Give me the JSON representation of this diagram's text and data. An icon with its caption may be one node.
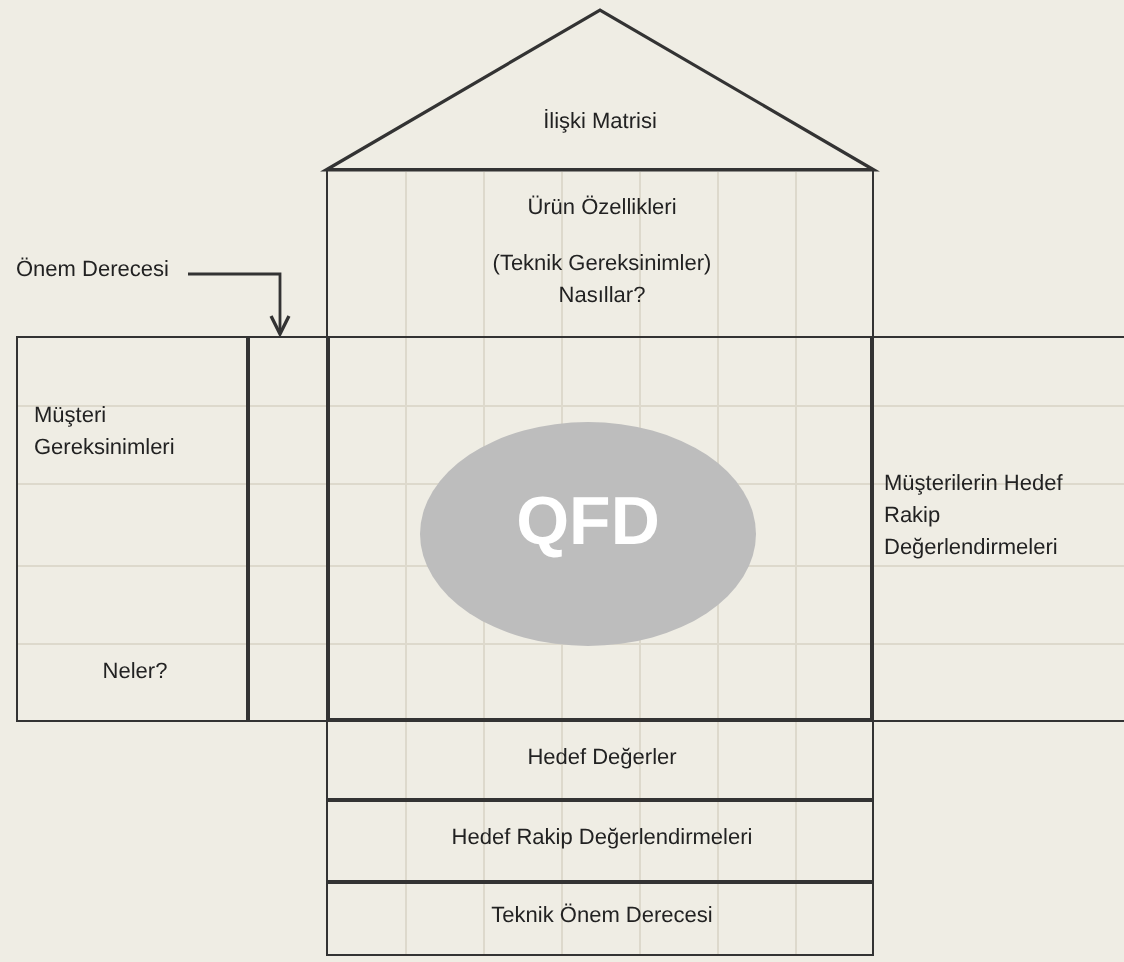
{
  "diagram": {
    "nodes": [
      {
        "text": [
          "İlişki Matrisi"
        ]
      },
      {
        "text": [
          "Ürün Özellikleri",
          "(Teknik Gereksinimler) Nasıllar?"
        ]
      },
      {
        "text": [
          "Müşteri Gereksinimleri",
          "Neler?"
        ]
      },
      {
        "text": [],
        "shape": "box"
      },
      {
        "text": [],
        "shape": "box"
      },
      {
        "text": [
          "QFD"
        ],
        "in": 4
      },
      {
        "text": [
          "Müşterilerin Hedef Rakip Değerlendirmeleri"
        ]
      },
      {
        "text": [
          "Hedef Değerler"
        ]
      },
      {
        "text": [
          "Hedef Rakip Değerlendirmeleri"
        ]
      },
      {
        "text": [
          "Teknik Önem Derecesi"
        ]
      },
      {
        "text": [
          "Önem Derecesi"
        ]
      }
    ],
    "edges": [
      {
        "from": 10,
        "to": 3,
        "arrow": "to"
      }
    ]
  }
}
